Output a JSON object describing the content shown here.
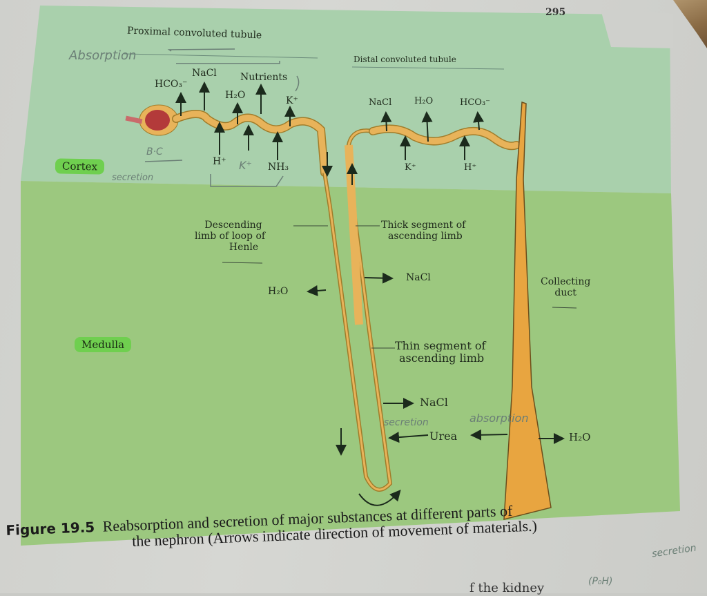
{
  "page_number": "295",
  "zones": {
    "cortex": "Cortex",
    "medulla": "Medulla"
  },
  "regions": {
    "proximal": "Proximal convoluted tubule",
    "distal": "Distal convoluted tubule",
    "descending": [
      "Descending",
      "limb of loop of",
      "Henle"
    ],
    "thick_ascending": [
      "Thick segment of",
      "ascending limb"
    ],
    "thin_ascending": [
      "Thin segment of",
      "ascending limb"
    ],
    "collecting_duct": [
      "Collecting",
      "duct"
    ]
  },
  "proximal_absorbed": [
    "HCO₃⁻",
    "NaCl",
    "H₂O",
    "Nutrients",
    "K⁺"
  ],
  "proximal_secreted": [
    "H⁺",
    "K⁺",
    "NH₃"
  ],
  "distal_absorbed": [
    "NaCl",
    "H₂O",
    "HCO₃⁻"
  ],
  "distal_secreted": [
    "K⁺",
    "H⁺"
  ],
  "descending_out": "H₂O",
  "thick_out": "NaCl",
  "thin_out": "NaCl",
  "urea_label": "Urea",
  "collecting_out": "H₂O",
  "handwritten": {
    "absorption_top": "Absorption",
    "bc": "B·C",
    "secretion_left": "secretion",
    "secretion_mid": "secretion",
    "absorption_mid": "absorption",
    "secretion_bottom": "secretion",
    "poh": "(P₀H)"
  },
  "caption": {
    "figure_label": "Figure 19.5",
    "text_line1": "Reabsorption and secretion of major substances at different parts of",
    "text_line2": "the nephron (Arrows indicate direction of movement of materials.)",
    "cut_off_text": "f the kidney"
  },
  "colors": {
    "cortex_bg": "#a8cfa8",
    "medulla_bg": "#98c87a",
    "tubule": "#e8b35a",
    "duct": "#e8a540",
    "highlight": "#6fcf4f"
  }
}
